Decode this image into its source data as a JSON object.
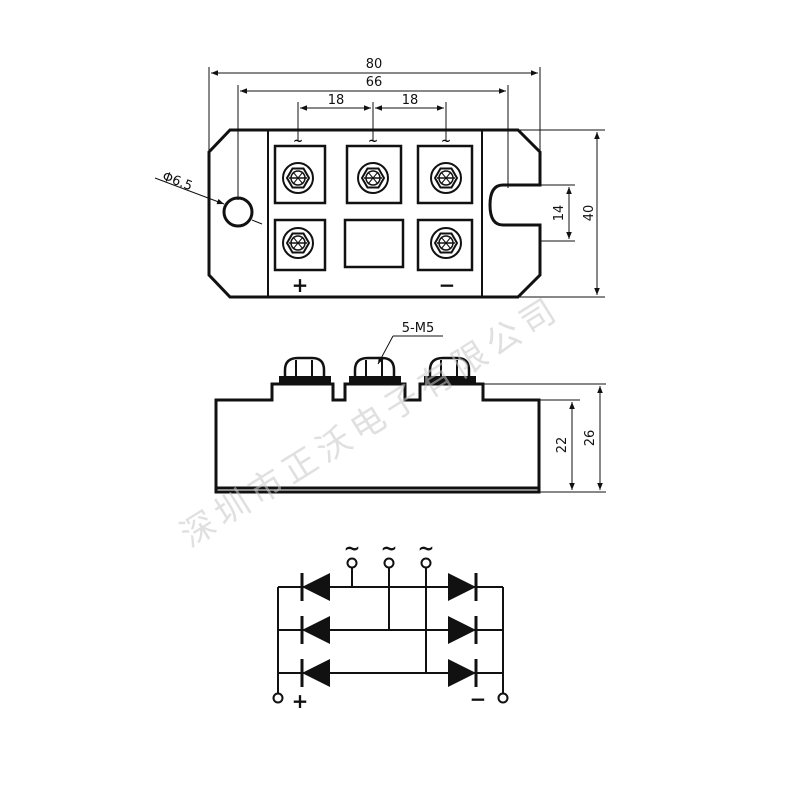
{
  "top_view": {
    "dim_overall": "80",
    "dim_mount": "66",
    "dim_pitch_left": "18",
    "dim_pitch_right": "18",
    "dim_hole": "Φ6.5",
    "dim_height": "40",
    "dim_slot": "14",
    "terminal_marks": [
      "~",
      "~",
      "~",
      "+",
      "−"
    ]
  },
  "side_view": {
    "screw_callout": "5-M5",
    "dim_body": "22",
    "dim_total": "26"
  },
  "schematic": {
    "ac_labels": [
      "~",
      "~",
      "~"
    ],
    "plus_label": "+",
    "minus_label": "−"
  },
  "watermark": "深圳市正沃电子有限公司"
}
